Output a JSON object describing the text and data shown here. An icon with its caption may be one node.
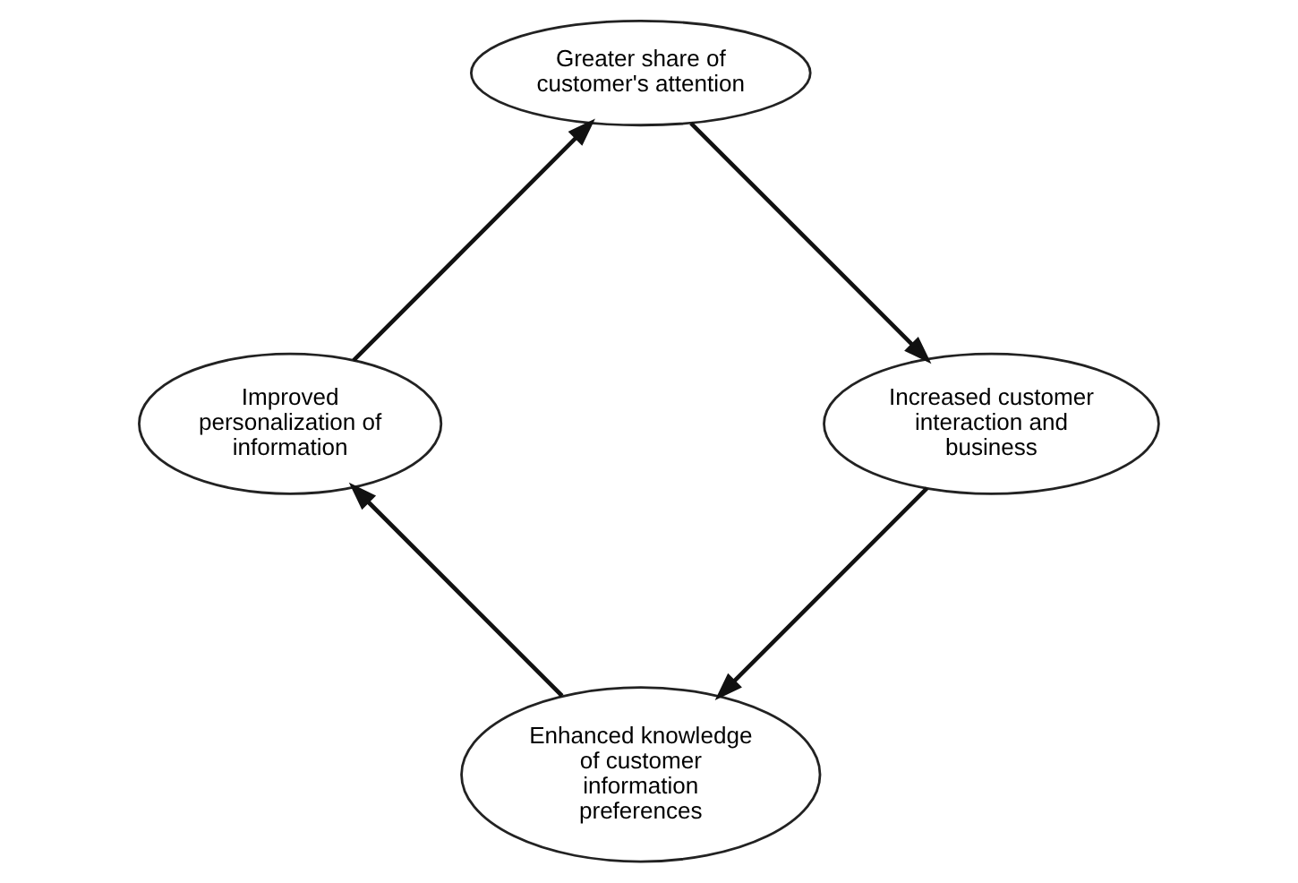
{
  "diagram": {
    "nodes": [
      {
        "text": [
          "Enhanced knowledge of customer information preferences"
        ]
      },
      {
        "text": [
          "Improved personalization of information"
        ]
      },
      {
        "text": [
          "Greater share of customer's attention"
        ]
      },
      {
        "text": [
          "Increased customer interaction and business"
        ]
      }
    ],
    "edges": [
      {
        "from": 0,
        "to": 1,
        "arrow": "to"
      },
      {
        "from": 1,
        "to": 2,
        "arrow": "to"
      },
      {
        "from": 2,
        "to": 3,
        "arrow": "to"
      },
      {
        "from": 3,
        "to": 0,
        "arrow": "to"
      }
    ]
  }
}
